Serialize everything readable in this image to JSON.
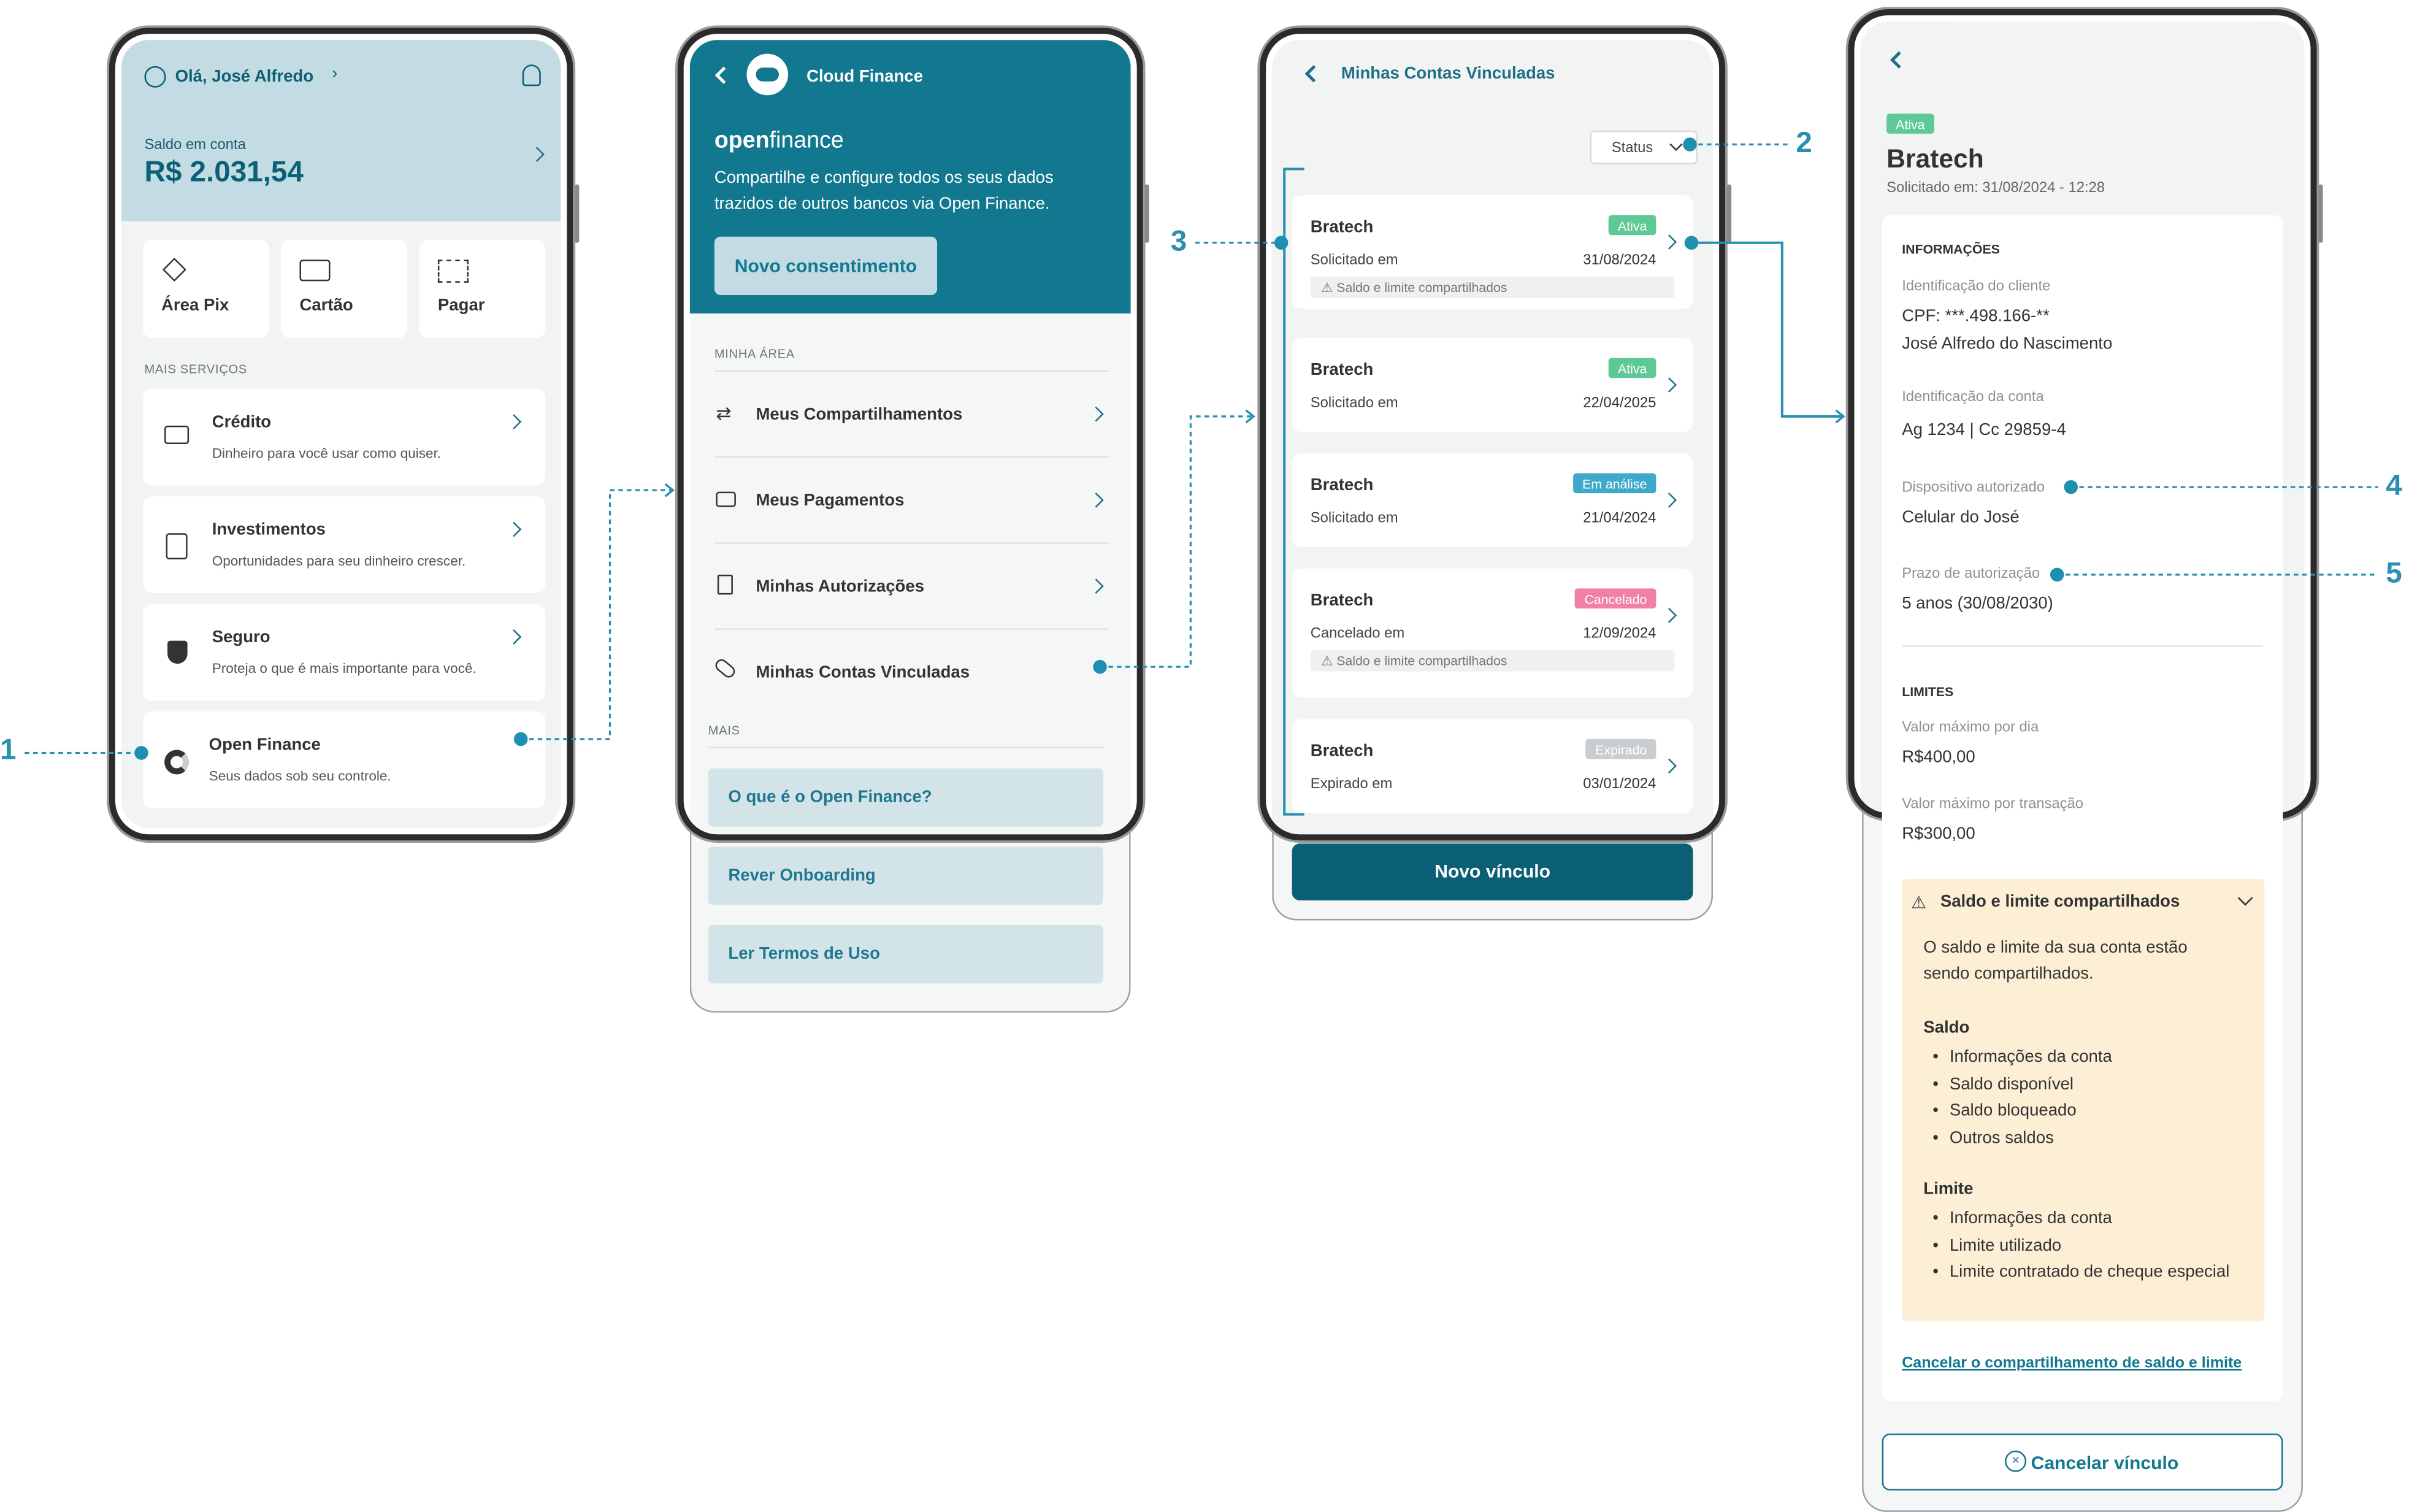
{
  "s1": {
    "greeting": "Olá, José Alfredo",
    "balance_label": "Saldo em conta",
    "balance": "R$ 2.031,54",
    "quick": [
      {
        "label": "Área Pix",
        "icon": "pix-icon"
      },
      {
        "label": "Cartão",
        "icon": "card-icon"
      },
      {
        "label": "Pagar",
        "icon": "barcode-icon"
      }
    ],
    "more_title": "MAIS SERVIÇOS",
    "services": [
      {
        "title": "Crédito",
        "desc": "Dinheiro para você usar como quiser.",
        "icon": "money-icon"
      },
      {
        "title": "Investimentos",
        "desc": "Oportunidades para seu dinheiro crescer.",
        "icon": "invest-icon"
      },
      {
        "title": "Seguro",
        "desc": "Proteja o que é mais importante para você.",
        "icon": "shield-icon"
      },
      {
        "title": "Open Finance",
        "desc": "Seus dados sob seu controle.",
        "icon": "open-finance-icon"
      }
    ]
  },
  "s2": {
    "app_name": "Cloud Finance",
    "brand_open": "open",
    "brand_finance": "finance",
    "description": "Compartilhe e configure todos os seus dados trazidos de outros bancos via Open Finance.",
    "new_consent": "Novo consentimento",
    "area_title": "MINHA ÁREA",
    "menu": [
      {
        "label": "Meus Compartilhamentos",
        "icon": "swap-icon"
      },
      {
        "label": "Meus Pagamentos",
        "icon": "payment-icon"
      },
      {
        "label": "Minhas Autorizações",
        "icon": "document-check-icon"
      },
      {
        "label": "Minhas Contas Vinculadas",
        "icon": "link-icon"
      }
    ],
    "more_title": "MAIS",
    "more": [
      "O que é o Open Finance?",
      "Rever Onboarding",
      "Ler Termos de Uso"
    ]
  },
  "s3": {
    "title": "Minhas Contas Vinculadas",
    "filter": "Status",
    "accounts": [
      {
        "name": "Bratech",
        "badge": "Ativa",
        "badge_color": "#5ec896",
        "date_label": "Solicitado em",
        "date": "31/08/2024",
        "warning": "Saldo e limite compartilhados"
      },
      {
        "name": "Bratech",
        "badge": "Ativa",
        "badge_color": "#5ec896",
        "date_label": "Solicitado em",
        "date": "22/04/2025",
        "warning": ""
      },
      {
        "name": "Bratech",
        "badge": "Em análise",
        "badge_color": "#3fa9c9",
        "date_label": "Solicitado em",
        "date": "21/04/2024",
        "warning": ""
      },
      {
        "name": "Bratech",
        "badge": "Cancelado",
        "badge_color": "#f080a8",
        "date_label": "Cancelado em",
        "date": "12/09/2024",
        "warning": "Saldo e limite compartilhados"
      },
      {
        "name": "Bratech",
        "badge": "Expirado",
        "badge_color": "#c9cdd0",
        "date_label": "Expirado em",
        "date": "03/01/2024",
        "warning": ""
      }
    ],
    "new_link": "Novo vínculo"
  },
  "s4": {
    "badge": "Ativa",
    "name": "Bratech",
    "requested": "Solicitado em: 31/08/2024 - 12:28",
    "info_title": "INFORMAÇÕES",
    "client_id_label": "Identificação do cliente",
    "cpf": "CPF: ***.498.166-**",
    "client_name": "José Alfredo do Nascimento",
    "account_id_label": "Identificação da conta",
    "account_id": "Ag 1234 | Cc 29859-4",
    "device_label": "Dispositivo autorizado",
    "device": "Celular do José",
    "term_label": "Prazo de autorização",
    "term": "5 anos (30/08/2030)",
    "limits_title": "LIMITES",
    "daily_label": "Valor máximo por dia",
    "daily": "R$400,00",
    "tx_label": "Valor máximo por transação",
    "tx": "R$300,00",
    "shared_title": "Saldo e limite compartilhados",
    "shared_desc": "O saldo e limite da sua conta estão sendo compartilhados.",
    "saldo_title": "Saldo",
    "saldo_items": [
      "Informações da conta",
      "Saldo disponível",
      "Saldo bloqueado",
      "Outros saldos"
    ],
    "limite_title": "Limite",
    "limite_items": [
      "Informações da conta",
      "Limite utilizado",
      "Limite contratado de cheque especial"
    ],
    "cancel_share": "Cancelar o compartilhamento de saldo e limite",
    "cancel_link": "Cancelar vínculo"
  },
  "annotations": [
    "1",
    "2",
    "3",
    "4",
    "5"
  ],
  "colors": {
    "primary": "#12788f",
    "dark_teal": "#0b5f76",
    "light_blue": "#c3dbe2",
    "warning_bg": "#fcefd6"
  }
}
